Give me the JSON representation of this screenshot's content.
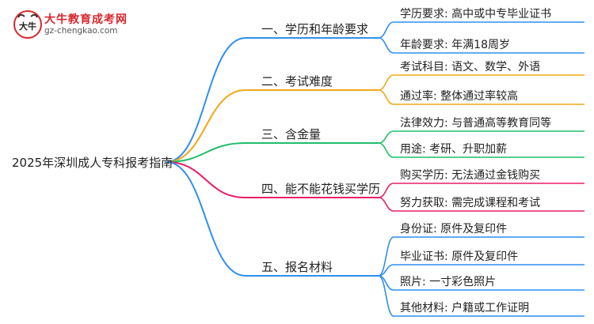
{
  "logo": {
    "title": "大牛教育成考网",
    "url": "gz-chengkao.com",
    "mark_text": "大牛",
    "mark_icon": "bull-head-logo"
  },
  "mindmap": {
    "root": "2025年深圳成人专科报考指南",
    "branches": [
      {
        "label": "一、学历和年龄要求",
        "color": "#2f8ff0",
        "leaves": [
          "学历要求: 高中或中专毕业证书",
          "年龄要求: 年满18周岁"
        ]
      },
      {
        "label": "二、考试难度",
        "color": "#f0a818",
        "leaves": [
          "考试科目: 语文、数学、外语",
          "通过率: 整体通过率较高"
        ]
      },
      {
        "label": "三、含金量",
        "color": "#1fbf6a",
        "leaves": [
          "法律效力: 与普通高等教育同等",
          "用途: 考研、升职加薪"
        ]
      },
      {
        "label": "四、能不能花钱买学历",
        "color": "#e81e6a",
        "leaves": [
          "购买学历: 无法通过金钱购买",
          "努力获取: 需完成课程和考试"
        ]
      },
      {
        "label": "五、报名材料",
        "color": "#2f8ff0",
        "leaves": [
          "身份证: 原件及复印件",
          "毕业证书: 原件及复印件",
          "照片: 一寸彩色照片",
          "其他材料: 户籍或工作证明"
        ]
      }
    ]
  }
}
